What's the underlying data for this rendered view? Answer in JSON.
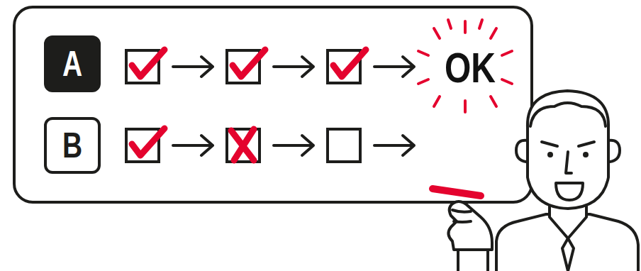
{
  "diagram": {
    "nodes": [
      {
        "text": [
          "A"
        ]
      },
      {
        "text": [
          "B"
        ]
      }
    ],
    "labels": [
      "OK"
    ]
  }
}
